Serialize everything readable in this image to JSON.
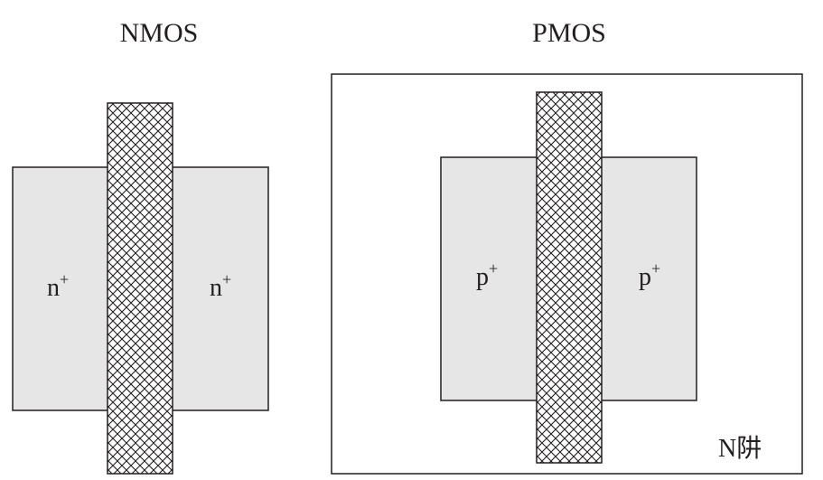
{
  "nmos": {
    "title": "NMOS",
    "left_region": {
      "base": "n",
      "superscript": "+"
    },
    "right_region": {
      "base": "n",
      "superscript": "+"
    }
  },
  "pmos": {
    "title": "PMOS",
    "left_region": {
      "base": "p",
      "superscript": "+"
    },
    "right_region": {
      "base": "p",
      "superscript": "+"
    },
    "well_label": "N阱"
  },
  "colors": {
    "diffusion_fill": "#e6e6e6",
    "outline": "#231f20",
    "background": "#ffffff"
  }
}
